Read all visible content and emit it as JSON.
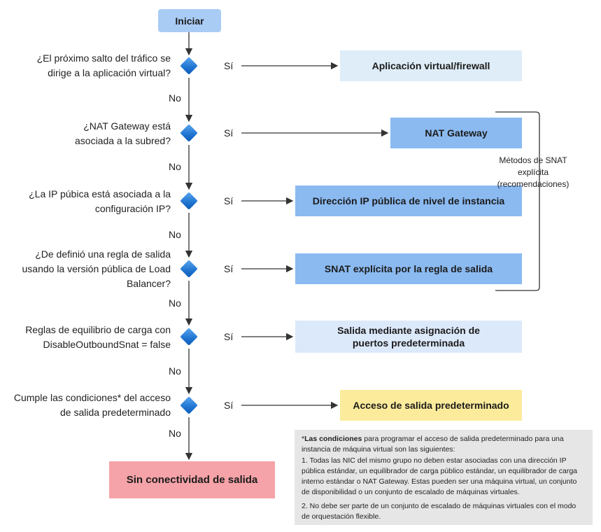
{
  "start": "Iniciar",
  "questions": [
    "¿El próximo salto del tráfico se dirige a la aplicación virtual?",
    "¿NAT Gateway está asociada a la subred?",
    "¿La IP púbica está asociada a la configuración IP?",
    "¿De definió una regla de salida usando la versión pública de Load Balancer?",
    "Reglas de equilibrio de carga con DisableOutboundSnat = false",
    "Cumple las condiciones* del acceso de salida predeterminado"
  ],
  "yes_label": "Sí",
  "no_label": "No",
  "results": [
    "Aplicación virtual/firewall",
    "NAT Gateway",
    "Dirección IP pública de nivel de instancia",
    "SNAT explícita por la regla de salida",
    "Salida mediante asignación de puertos predeterminada",
    "Acceso de salida predeterminado"
  ],
  "end": "Sin conectividad de salida",
  "bracket_label": "Métodos de SNAT explícita (recomendaciones)",
  "note": {
    "prefix": "*",
    "bold": "Las condiciones",
    "intro": " para programar el acceso de salida predeterminado para una instancia de máquina virtual son las siguientes:",
    "item1": "1. Todas las NIC del mismo grupo no deben estar asociadas con una dirección IP pública estándar, un equilibrador de carga público estándar, un equilibrador de carga interno estándar o NAT Gateway. Estas pueden ser una máquina virtual, un conjunto de disponibilidad o un conjunto de escalado de máquinas virtuales.",
    "item2": "2. No debe ser parte de un conjunto de escalado de máquinas virtuales con el modo de orquestación flexible."
  },
  "colors": {
    "start": "#a9ccf5",
    "appliance": "#deedf8",
    "explicit": "#8bbaf1",
    "default": "#dce9fb",
    "default_access": "#fbeb9b",
    "end": "#f5a3a8",
    "diamond": "#1f74d0",
    "note": "#e6e6e6"
  }
}
